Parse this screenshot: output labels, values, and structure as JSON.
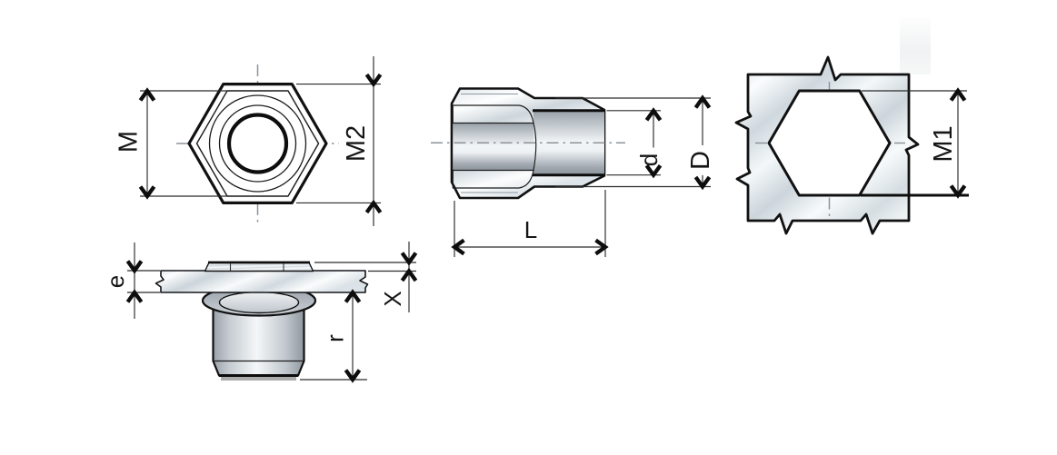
{
  "drawing": {
    "views": {
      "top_view": {
        "labels": {
          "m": "M",
          "m2": "M2"
        }
      },
      "side_view": {
        "labels": {
          "d": "d",
          "D": "D",
          "L": "L"
        }
      },
      "installed_view": {
        "labels": {
          "e": "e",
          "x": "X",
          "r": "r"
        }
      },
      "hole_view": {
        "labels": {
          "m1": "M1"
        }
      }
    },
    "colors": {
      "background": "#ffffff",
      "outline": "#111111",
      "dimension_line": "#2b2b2b",
      "centerline": "#8d939a",
      "metal_highlight": "#fbfdfe",
      "metal_mid": "#d3dbe1",
      "metal_dark": "#8a929a"
    }
  }
}
